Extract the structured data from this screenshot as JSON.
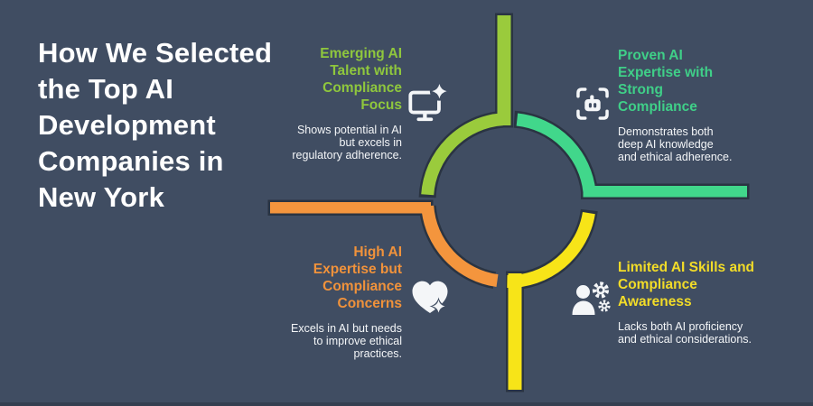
{
  "canvas": {
    "bg_color": "#404d62",
    "outline_color": "#2a3442",
    "footer_color": "#343f50",
    "text_color": "#ffffff"
  },
  "title": {
    "text": "How We Selected\nthe Top AI\nDevelopment\nCompanies in\nNew York",
    "color": "#ffffff"
  },
  "quadrants": {
    "top_left": {
      "heading": "Emerging AI\nTalent with\nCompliance\nFocus",
      "heading_color": "#8fc73d",
      "description": "Shows potential in AI\nbut excels in\nregulatory adherence.",
      "description_color": "#f4f6f8",
      "icon": "monitor-sparkle-icon",
      "accent_color": "#9acb3c"
    },
    "top_right": {
      "heading": "Proven AI\nExpertise with\nStrong\nCompliance",
      "heading_color": "#3fcf88",
      "description": "Demonstrates both\ndeep AI knowledge\nand ethical adherence.",
      "description_color": "#f4f6f8",
      "icon": "robot-scan-icon",
      "accent_color": "#41d78b"
    },
    "bottom_left": {
      "heading": "High AI\nExpertise but\nCompliance\nConcerns",
      "heading_color": "#f0923b",
      "description": "Excels in AI but needs\nto improve ethical\npractices.",
      "description_color": "#f4f6f8",
      "icon": "heart-sparkle-icon",
      "accent_color": "#f4953d"
    },
    "bottom_right": {
      "heading": "Limited AI Skills and\nCompliance\nAwareness",
      "heading_color": "#f2dc28",
      "description": "Lacks both AI proficiency\nand ethical considerations.",
      "description_color": "#f4f6f8",
      "icon": "person-gear-icon",
      "accent_color": "#f7e418"
    }
  }
}
